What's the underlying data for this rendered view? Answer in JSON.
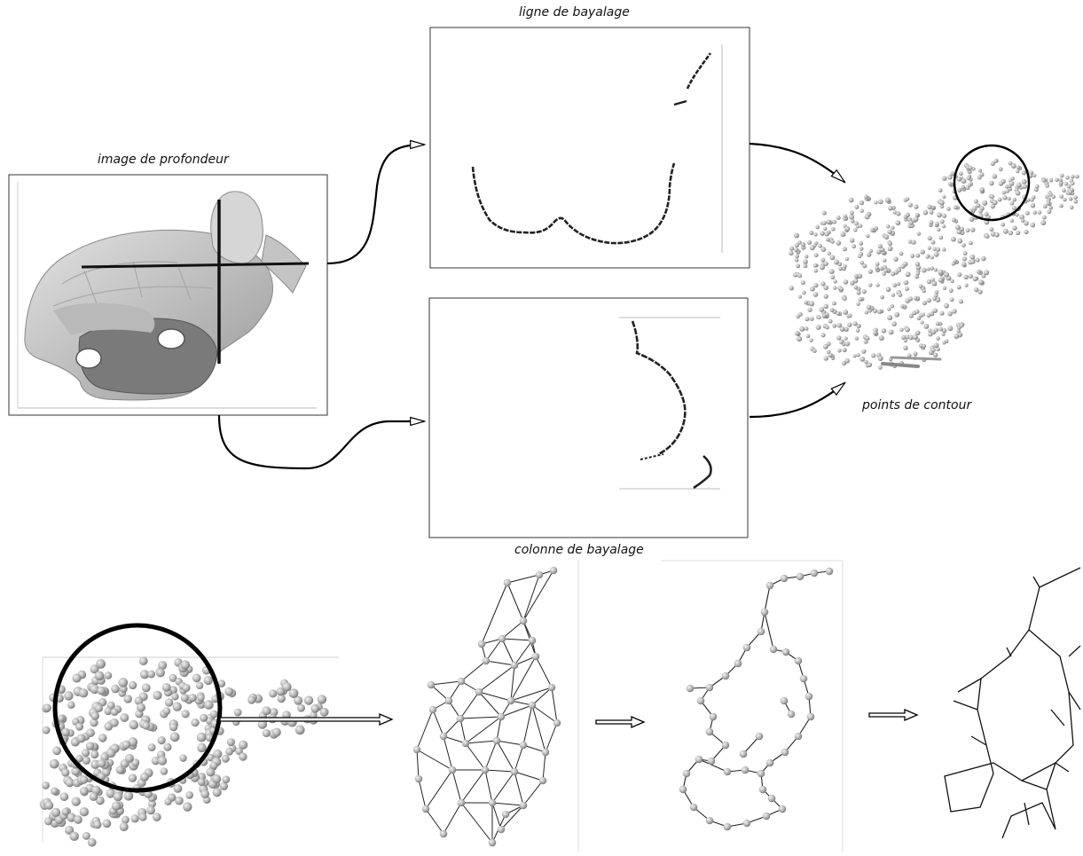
{
  "labels": {
    "depth_image": "image de profondeur",
    "scan_line": "ligne de bayalage",
    "scan_column": "colonne de bayalage",
    "contour_points": "points de contour"
  }
}
